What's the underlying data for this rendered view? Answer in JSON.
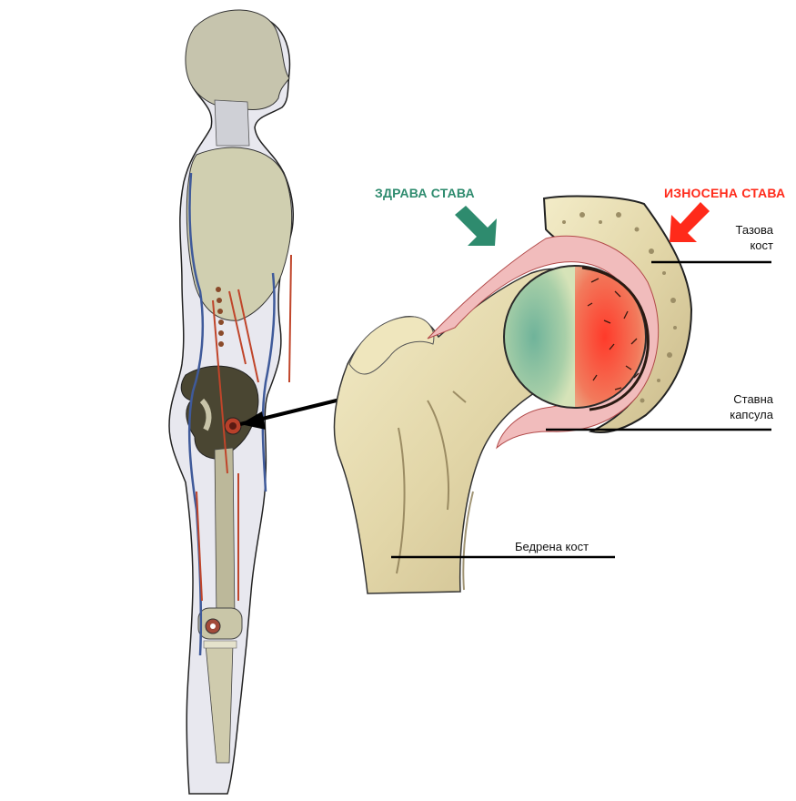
{
  "labels": {
    "healthy_joint": "ЗДРАВА СТАВА",
    "worn_joint": "ИЗНОСЕНА СТАВА",
    "pelvic_bone_line1": "Тазова",
    "pelvic_bone_line2": "кост",
    "joint_capsule_line1": "Ставна",
    "joint_capsule_line2": "капсула",
    "femur": "Бедрена кост"
  },
  "colors": {
    "healthy": "#2e8b6e",
    "worn": "#ff2a1a",
    "bone": "#e8dfb5",
    "cartilage": "#f2b4b4",
    "body_fill": "#c8c7ba",
    "leader_line": "#000000"
  }
}
